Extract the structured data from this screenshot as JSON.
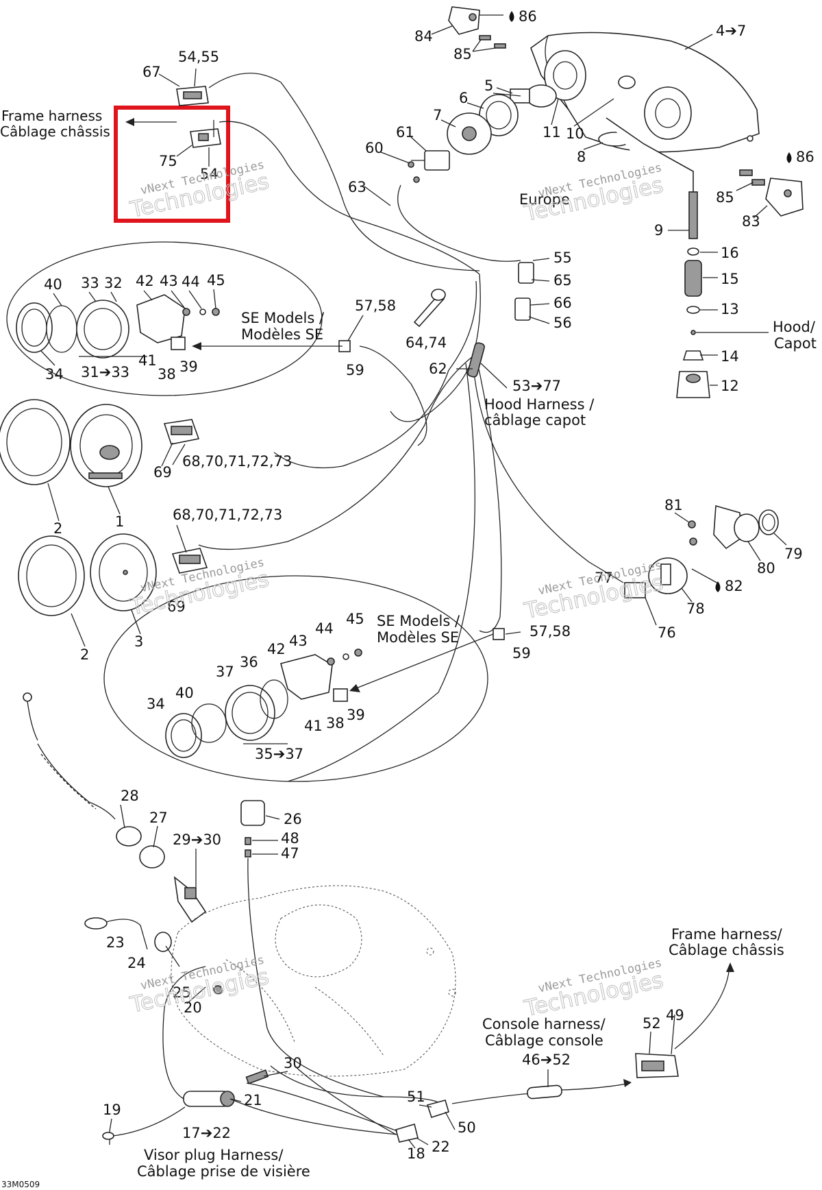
{
  "diagram": {
    "drawing_code": "33M0509",
    "highlight_color": "#e0141c",
    "labels": [
      {
        "id": "84",
        "text": "84"
      },
      {
        "id": "86a",
        "text": "86"
      },
      {
        "id": "85a",
        "text": "85"
      },
      {
        "id": "4to7",
        "text": "4➔7"
      },
      {
        "id": "5",
        "text": "5"
      },
      {
        "id": "6",
        "text": "6"
      },
      {
        "id": "7",
        "text": "7"
      },
      {
        "id": "61",
        "text": "61"
      },
      {
        "id": "60",
        "text": "60"
      },
      {
        "id": "11",
        "text": "11"
      },
      {
        "id": "10",
        "text": "10"
      },
      {
        "id": "8",
        "text": "8"
      },
      {
        "id": "86b",
        "text": "86"
      },
      {
        "id": "85b",
        "text": "85"
      },
      {
        "id": "83",
        "text": "83"
      },
      {
        "id": "europe",
        "text": "Europe"
      },
      {
        "id": "63",
        "text": "63"
      },
      {
        "id": "9",
        "text": "9"
      },
      {
        "id": "16",
        "text": "16"
      },
      {
        "id": "15",
        "text": "15"
      },
      {
        "id": "13",
        "text": "13"
      },
      {
        "id": "hood-en",
        "text": "Hood/"
      },
      {
        "id": "hood-fr",
        "text": "Capot"
      },
      {
        "id": "14",
        "text": "14"
      },
      {
        "id": "12",
        "text": "12"
      },
      {
        "id": "5455",
        "text": "54,55"
      },
      {
        "id": "67",
        "text": "67"
      },
      {
        "id": "frame-en",
        "text": "Frame harness"
      },
      {
        "id": "frame-fr",
        "text": "Câblage châssis"
      },
      {
        "id": "75",
        "text": "75"
      },
      {
        "id": "54",
        "text": "54"
      },
      {
        "id": "55",
        "text": "55"
      },
      {
        "id": "65",
        "text": "65"
      },
      {
        "id": "66",
        "text": "66"
      },
      {
        "id": "56",
        "text": "56"
      },
      {
        "id": "40a",
        "text": "40"
      },
      {
        "id": "33a",
        "text": "33"
      },
      {
        "id": "32",
        "text": "32"
      },
      {
        "id": "42a",
        "text": "42"
      },
      {
        "id": "43a",
        "text": "43"
      },
      {
        "id": "44a",
        "text": "44"
      },
      {
        "id": "45a",
        "text": "45"
      },
      {
        "id": "se1-en",
        "text": "SE Models /"
      },
      {
        "id": "se1-fr",
        "text": "Modèles SE"
      },
      {
        "id": "5758a",
        "text": "57,58"
      },
      {
        "id": "6474",
        "text": "64,74"
      },
      {
        "id": "34a",
        "text": "34"
      },
      {
        "id": "31to33",
        "text": "31➔33"
      },
      {
        "id": "41a",
        "text": "41"
      },
      {
        "id": "38a",
        "text": "38"
      },
      {
        "id": "39a",
        "text": "39"
      },
      {
        "id": "59a",
        "text": "59"
      },
      {
        "id": "62",
        "text": "62"
      },
      {
        "id": "53to77",
        "text": "53➔77"
      },
      {
        "id": "hoodh-en",
        "text": "Hood Harness /"
      },
      {
        "id": "hoodh-fr",
        "text": "câblage capot"
      },
      {
        "id": "6873a",
        "text": "68,70,71,72,73"
      },
      {
        "id": "69a",
        "text": "69"
      },
      {
        "id": "2a",
        "text": "2"
      },
      {
        "id": "1",
        "text": "1"
      },
      {
        "id": "6873b",
        "text": "68,70,71,72,73"
      },
      {
        "id": "69b",
        "text": "69"
      },
      {
        "id": "81",
        "text": "81"
      },
      {
        "id": "79",
        "text": "79"
      },
      {
        "id": "80",
        "text": "80"
      },
      {
        "id": "77",
        "text": "77"
      },
      {
        "id": "82",
        "text": "82"
      },
      {
        "id": "78",
        "text": "78"
      },
      {
        "id": "76",
        "text": "76"
      },
      {
        "id": "3",
        "text": "3"
      },
      {
        "id": "2b",
        "text": "2"
      },
      {
        "id": "44b",
        "text": "44"
      },
      {
        "id": "45b",
        "text": "45"
      },
      {
        "id": "43b",
        "text": "43"
      },
      {
        "id": "se2-en",
        "text": "SE Models /"
      },
      {
        "id": "se2-fr",
        "text": "Modèles SE"
      },
      {
        "id": "5758b",
        "text": "57,58"
      },
      {
        "id": "59b",
        "text": "59"
      },
      {
        "id": "42b",
        "text": "42"
      },
      {
        "id": "37",
        "text": "37"
      },
      {
        "id": "36",
        "text": "36"
      },
      {
        "id": "34b",
        "text": "34"
      },
      {
        "id": "40b",
        "text": "40"
      },
      {
        "id": "41b",
        "text": "41"
      },
      {
        "id": "38b",
        "text": "38"
      },
      {
        "id": "39b",
        "text": "39"
      },
      {
        "id": "35to37",
        "text": "35➔37"
      },
      {
        "id": "28",
        "text": "28"
      },
      {
        "id": "27",
        "text": "27"
      },
      {
        "id": "29to30",
        "text": "29➔30"
      },
      {
        "id": "26",
        "text": "26"
      },
      {
        "id": "48",
        "text": "48"
      },
      {
        "id": "47",
        "text": "47"
      },
      {
        "id": "23",
        "text": "23"
      },
      {
        "id": "24",
        "text": "24"
      },
      {
        "id": "25",
        "text": "25"
      },
      {
        "id": "20",
        "text": "20"
      },
      {
        "id": "frame2-en",
        "text": "Frame harness/"
      },
      {
        "id": "frame2-fr",
        "text": "Câblage châssis"
      },
      {
        "id": "console-en",
        "text": "Console harness/"
      },
      {
        "id": "console-fr",
        "text": "Câblage console"
      },
      {
        "id": "46to52",
        "text": "46➔52"
      },
      {
        "id": "52",
        "text": "52"
      },
      {
        "id": "49",
        "text": "49"
      },
      {
        "id": "30",
        "text": "30"
      },
      {
        "id": "51",
        "text": "51"
      },
      {
        "id": "50",
        "text": "50"
      },
      {
        "id": "19",
        "text": "19"
      },
      {
        "id": "21",
        "text": "21"
      },
      {
        "id": "17to22",
        "text": "17➔22"
      },
      {
        "id": "18",
        "text": "18"
      },
      {
        "id": "22",
        "text": "22"
      },
      {
        "id": "visor-en",
        "text": "Visor plug Harness/"
      },
      {
        "id": "visor-fr",
        "text": "Câblage prise de visière"
      }
    ],
    "watermarks": [
      {
        "line1": "vNext Technologies",
        "line2": "Technologies"
      }
    ]
  }
}
